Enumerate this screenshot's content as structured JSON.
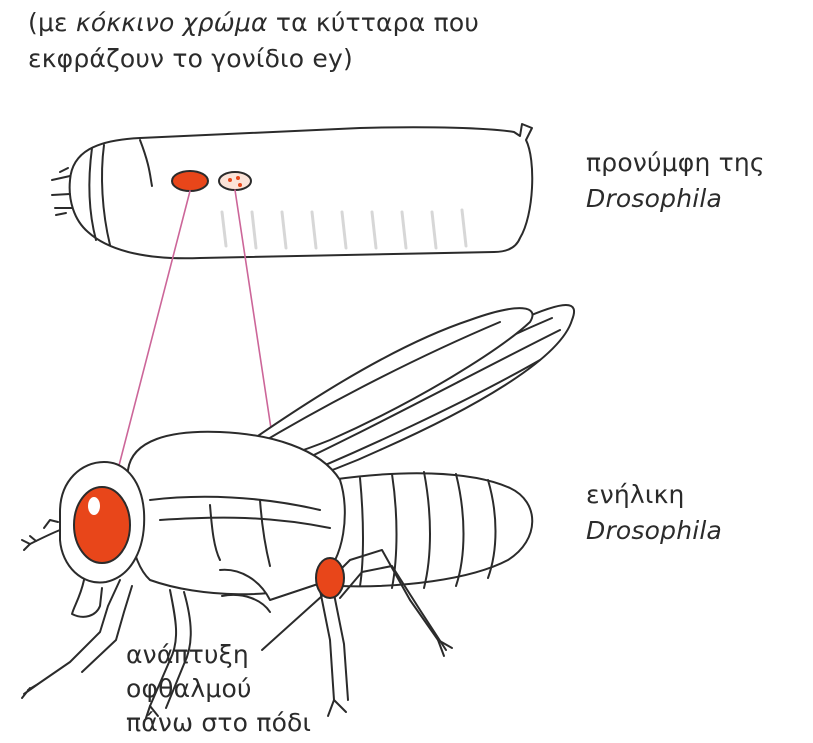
{
  "caption": {
    "line1_open": "(με ",
    "line1_italic": "κόκκινο χρώμα",
    "line1_rest": " τα κύτταρα που",
    "line2": "εκφράζουν το γονίδιο ey)"
  },
  "labels": {
    "larva_line1": "προνύμφη της",
    "larva_line2": "Drosophila",
    "adult_line1": "ενήλικη",
    "adult_line2": "Drosophila",
    "leg_eye_line1": "ανάπτυξη",
    "leg_eye_line2": "οφθαλμού",
    "leg_eye_line3": "πάνω στο πόδι"
  },
  "colors": {
    "ey_red": "#e8461a",
    "outline": "#2b2b2b",
    "connector": "#cc6699",
    "segment_shade": "#e6e6e6"
  }
}
